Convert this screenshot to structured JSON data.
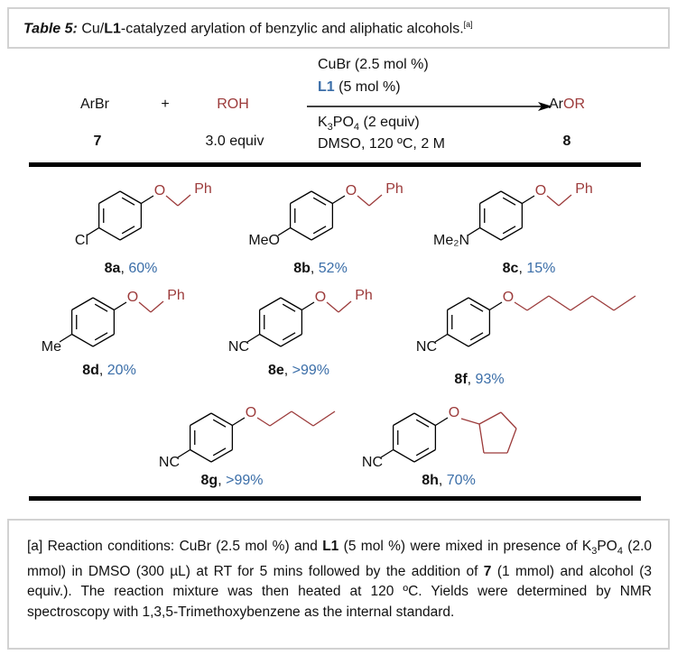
{
  "title": {
    "label": "Table 5:",
    "text_before": " Cu/",
    "ligand": "L1",
    "text_after": "-catalyzed arylation of benzylic and aliphatic alcohols.",
    "footnote_ref": "[a]"
  },
  "scheme": {
    "reactant1": "ArBr",
    "reactant1_id": "7",
    "plus": "+",
    "reactant2": "ROH",
    "reactant2_amount": "3.0 equiv",
    "cond1": "CuBr (2.5 mol %)",
    "cond2_ligand": "L1",
    "cond2_rest": " (5 mol %)",
    "cond3_a": "K",
    "cond3_sub1": "3",
    "cond3_b": "PO",
    "cond3_sub2": "4",
    "cond3_c": " (2 equiv)",
    "cond4": "DMSO, 120 ºC, 2 M",
    "product_ar": "Ar",
    "product_or": "OR",
    "product_id": "8"
  },
  "compounds": [
    {
      "id": "8a",
      "yield": "60%",
      "substituent": "Cl",
      "group": "Ph",
      "o": "O"
    },
    {
      "id": "8b",
      "yield": "52%",
      "substituent": "MeO",
      "group": "Ph",
      "o": "O"
    },
    {
      "id": "8c",
      "yield": "15%",
      "substituent": "Me₂N",
      "group": "Ph",
      "o": "O"
    },
    {
      "id": "8d",
      "yield": "20%",
      "substituent": "Me",
      "group": "Ph",
      "o": "O"
    },
    {
      "id": "8e",
      "yield": ">99%",
      "substituent": "NC",
      "group": "Ph",
      "o": "O"
    },
    {
      "id": "8f",
      "yield": "93%",
      "substituent": "NC",
      "group": "hexyl",
      "o": "O"
    },
    {
      "id": "8g",
      "yield": ">99%",
      "substituent": "NC",
      "group": "butyl",
      "o": "O"
    },
    {
      "id": "8h",
      "yield": "70%",
      "substituent": "NC",
      "group": "cyclopentyl",
      "o": "O"
    }
  ],
  "footnote": {
    "p1": "[a] Reaction conditions: CuBr (2.5 mol %) and ",
    "l1": "L1",
    "p2": " (5 mol %) were mixed in presence of K",
    "sub1": "3",
    "p3": "PO",
    "sub2": "4",
    "p4": " (2.0 mmol) in DMSO (300 µL) at RT for 5 mins followed by the addition of ",
    "seven": "7",
    "p5": " (1 mmol) and alcohol (3 equiv.). The reaction mixture was then heated at 120 ºC. Yields were determined by NMR spectroscopy with 1,3,5-Trimethoxybenzene as the internal standard."
  },
  "colors": {
    "red": "#9c3b3b",
    "blue": "#3b6ea8"
  }
}
